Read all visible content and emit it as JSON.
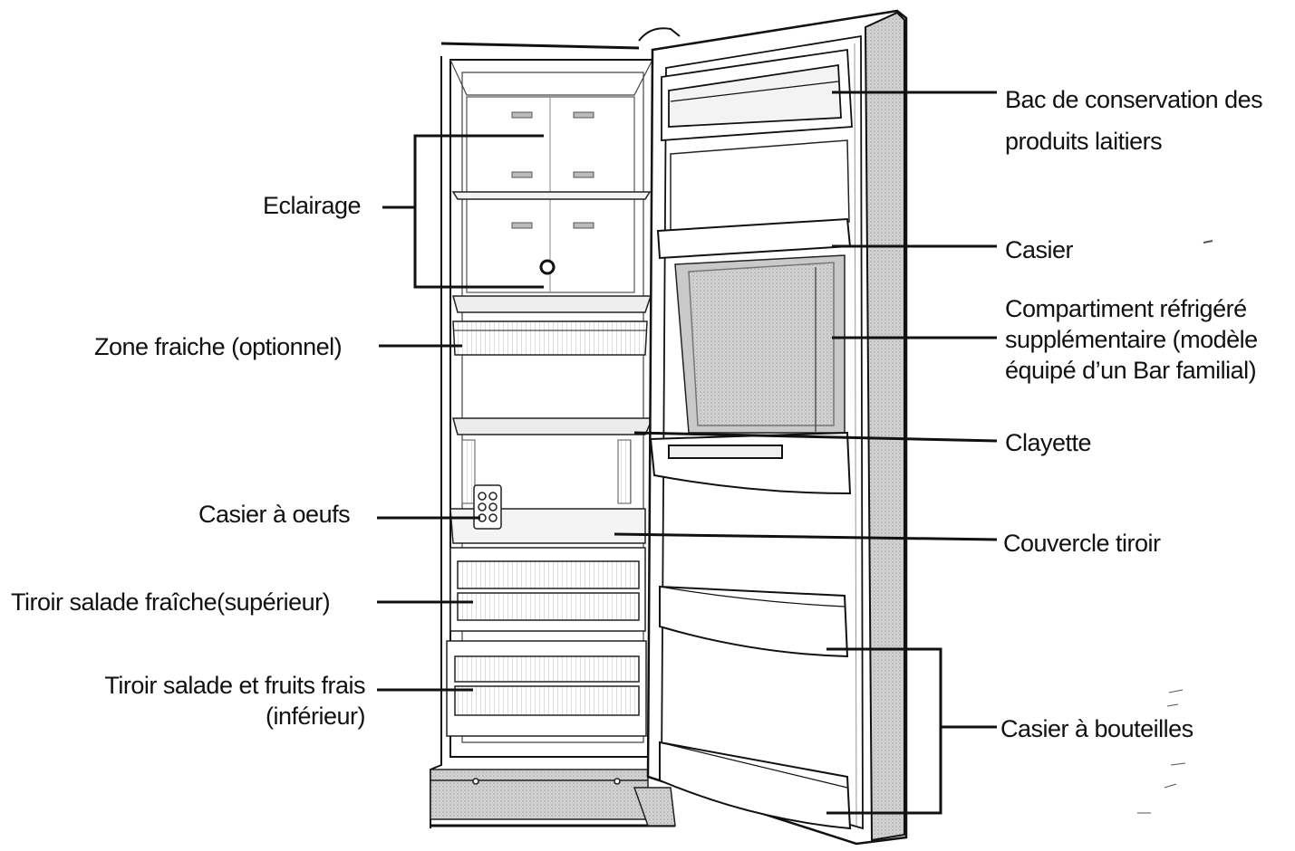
{
  "labels": {
    "eclairage": "Eclairage",
    "zone_fraiche": "Zone fraiche (optionnel)",
    "casier_oeufs": "Casier à oeufs",
    "tiroir_superieur": "Tiroir salade fraîche(supérieur)",
    "tiroir_inferieur_line1": "Tiroir salade et fruits frais",
    "tiroir_inferieur_line2": "(inférieur)",
    "bac_conservation_line1": "Bac de conservation des",
    "bac_conservation_line2": "produits laitiers",
    "casier": "Casier",
    "compartiment_line1": "Compartiment réfrigéré",
    "compartiment_line2": "supplémentaire (modèle",
    "compartiment_line3": "équipé d’un Bar familial)",
    "clayette": "Clayette",
    "couvercle_tiroir": "Couvercle tiroir",
    "casier_bouteilles": "Casier à bouteilles"
  },
  "colors": {
    "line": "#111111",
    "panel_shade": "#d9d9d9",
    "door_dark": "#8c8c8c",
    "compartment_fill": "#cfcfcf"
  }
}
